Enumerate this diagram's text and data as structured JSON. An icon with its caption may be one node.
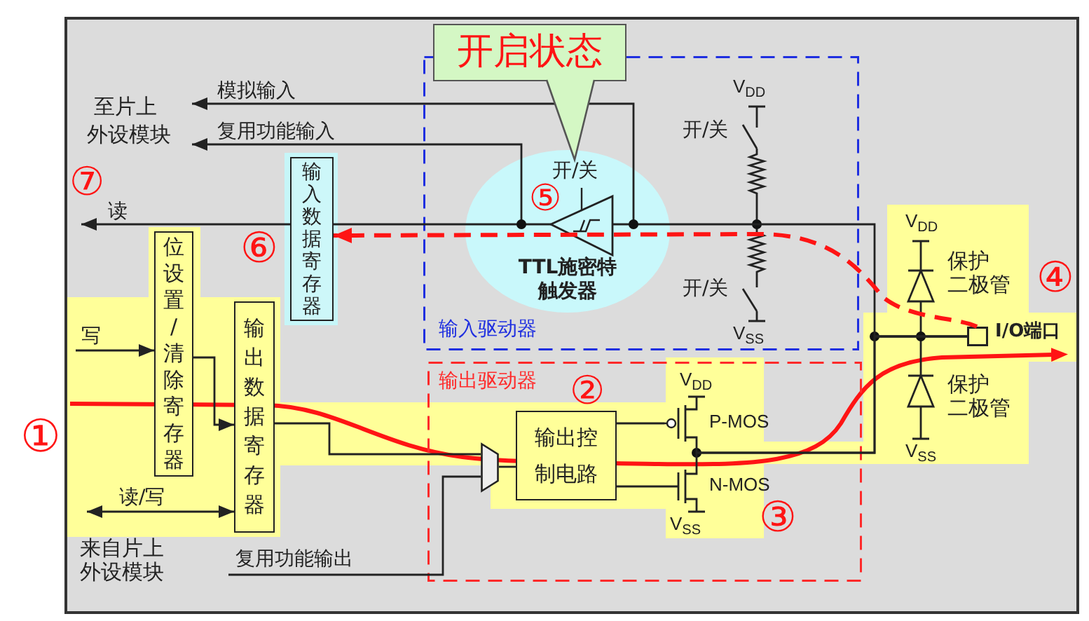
{
  "diagram": {
    "nodes": [
      {
        "text": [
          "开启状态"
        ]
      },
      {
        "text": [
          "输入驱动器"
        ]
      },
      {
        "text": [
          "TTL施密特触发器"
        ],
        "in": 1
      },
      {
        "text": [
          "开/关"
        ],
        "in": 2
      },
      {
        "text": [
          "至片上外设模块"
        ]
      },
      {
        "text": [
          "输入数据寄存器"
        ]
      },
      {
        "text": [
          "位设置/清除寄存器"
        ]
      },
      {
        "text": [
          "输出数据寄存器"
        ]
      },
      {
        "text": [],
        "shape": "box",
        "beside": [
          "I/O端口"
        ]
      },
      {
        "text": [
          "输出驱动器"
        ]
      },
      {
        "text": [],
        "shape": "trapezoid",
        "in": 9
      },
      {
        "text": [
          "输出控制电路"
        ],
        "in": 9
      },
      {
        "text": [],
        "shape": "transistor",
        "in": 9,
        "beside": [
          "V$_{DD}$",
          "P-MOS"
        ]
      },
      {
        "text": [],
        "shape": "transistor",
        "in": 9,
        "beside": [
          "N-MOS",
          "V$_{SS}$"
        ]
      }
    ],
    "edges": [
      {
        "from": 8,
        "to": 2,
        "arrow": "none"
      },
      {
        "from": 2,
        "to": 5,
        "arrow": "none"
      },
      {
        "from": 5,
        "to": null,
        "arrow": "to",
        "label": "读"
      },
      {
        "from": 2,
        "to": 4,
        "arrow": "to",
        "label": "模拟输入"
      },
      {
        "from": 2,
        "to": 4,
        "arrow": "to",
        "label": "复用功能输入"
      },
      {
        "from": null,
        "to": 6,
        "arrow": "to",
        "label": "写"
      },
      {
        "from": 6,
        "to": 7,
        "arrow": "to"
      },
      {
        "from": null,
        "to": 7,
        "arrow": "both",
        "label": "读/写"
      },
      {
        "from": 7,
        "to": 10,
        "arrow": "none"
      },
      {
        "from": null,
        "to": 10,
        "arrow": "none",
        "label": "复用功能输出"
      },
      {
        "from": 10,
        "to": 11,
        "arrow": "none"
      },
      {
        "from": 11,
        "to": 12,
        "arrow": "none"
      },
      {
        "from": 11,
        "to": 13,
        "arrow": "none"
      },
      {
        "from": 12,
        "to": 8,
        "arrow": "none"
      },
      {
        "from": 13,
        "to": 8,
        "arrow": "none"
      },
      {
        "from": 0,
        "to": 3,
        "arrow": "to"
      },
      {
        "from": 8,
        "to": 5,
        "arrow": "to",
        "style": "dashed",
        "color": "#ff1414"
      }
    ],
    "labels": [
      "V$_{DD}$",
      "开/关",
      "⑦",
      "⑤",
      "V$_{DD}$",
      "⑥",
      "保护二极管",
      "④",
      "开/关",
      "V$_{SS}$",
      "②",
      "保护二极管",
      "①",
      "V$_{SS}$",
      "③",
      "来自片上外设模块"
    ]
  }
}
